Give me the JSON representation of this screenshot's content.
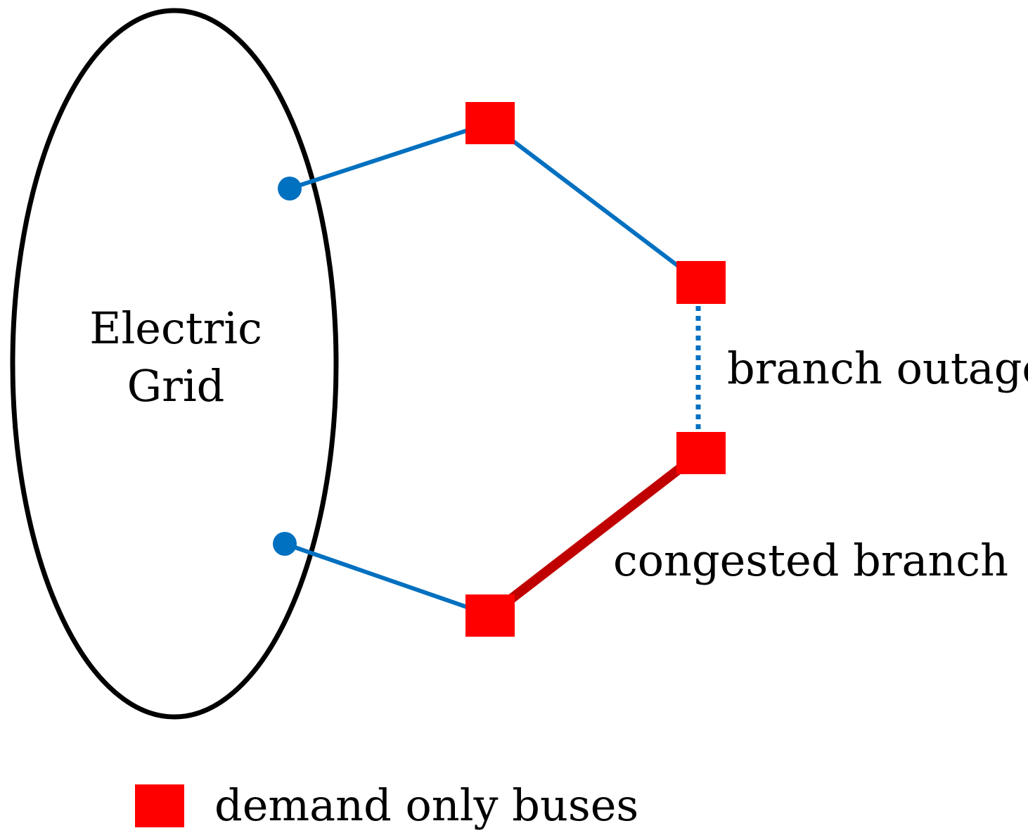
{
  "grid": {
    "line1": "Electric",
    "line2": "Grid"
  },
  "annotations": {
    "outage": "branch outage",
    "congested": "congested branch"
  },
  "legend": {
    "label": "demand only buses"
  },
  "colors": {
    "grid_outline": "#000000",
    "branch": "#0070C0",
    "congested_branch": "#C00000",
    "bus": "#FF0000",
    "connection_point": "#0070C0"
  }
}
